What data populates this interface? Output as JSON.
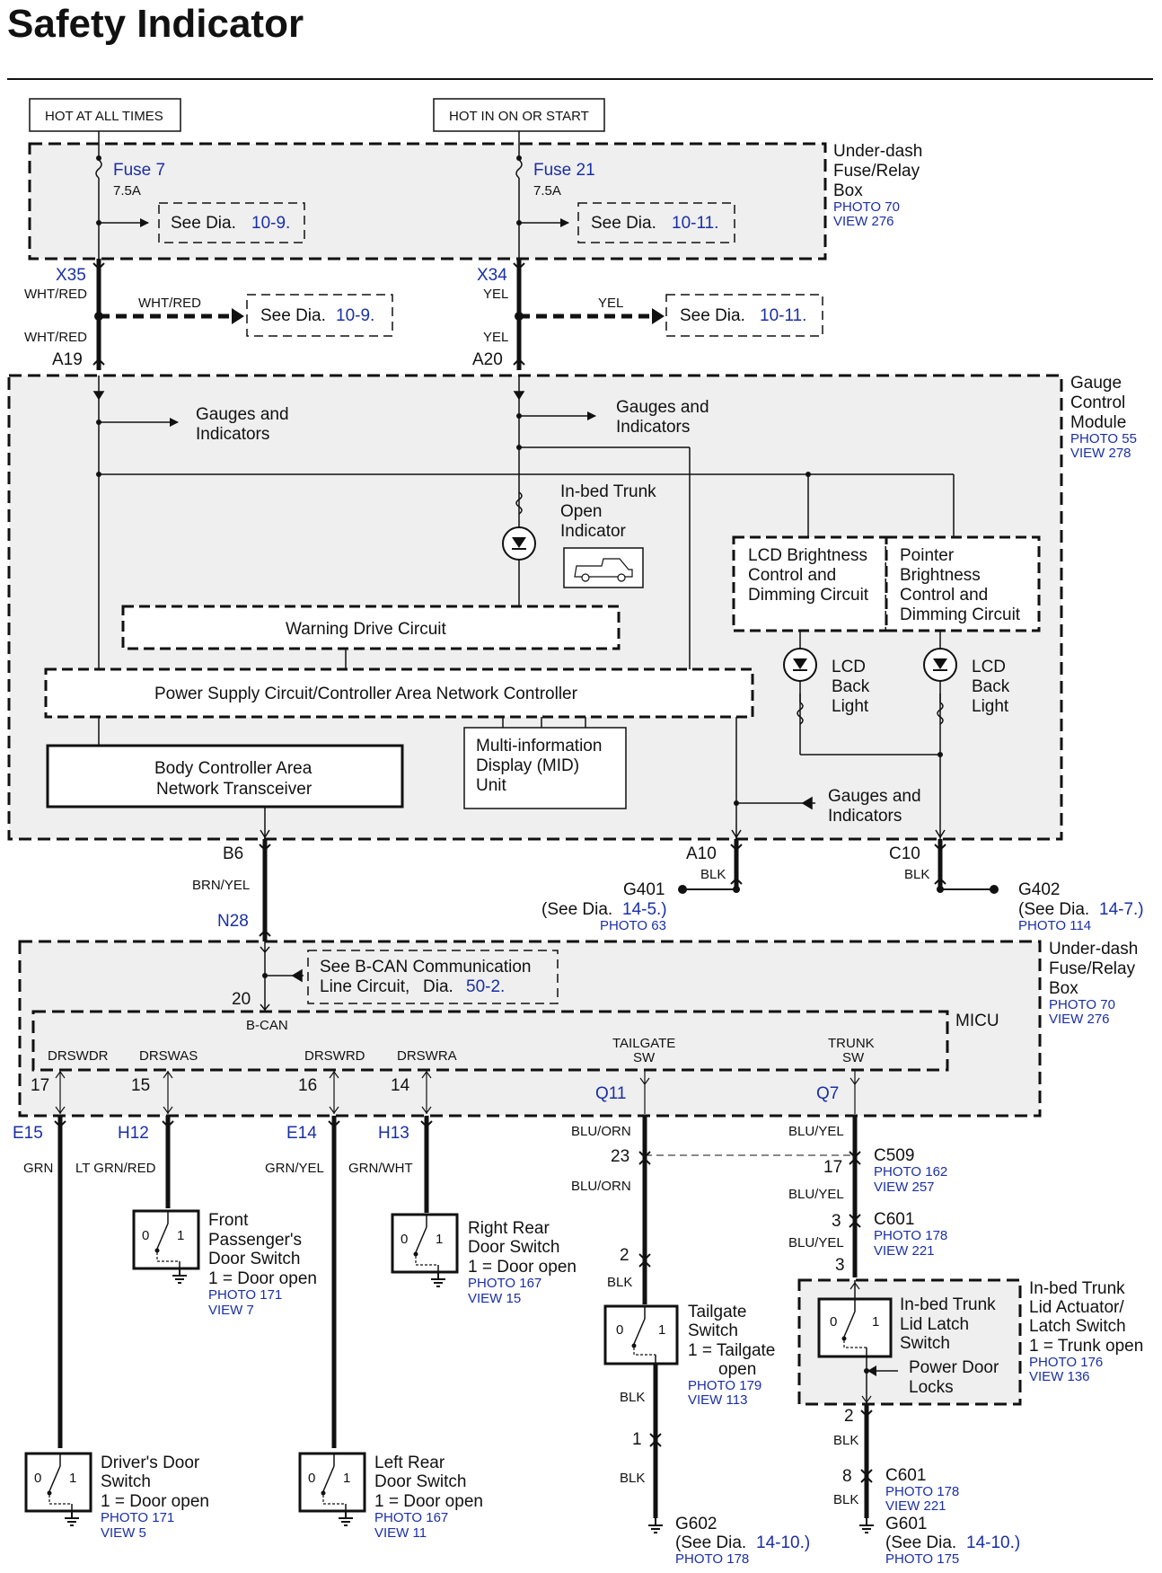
{
  "title": "Safety Indicator",
  "power": {
    "hot_all": "HOT AT ALL TIMES",
    "hot_on": "HOT IN ON OR START"
  },
  "fuse7": {
    "name": "Fuse 7",
    "amps": "7.5A"
  },
  "fuse21": {
    "name": "Fuse 21",
    "amps": "7.5A"
  },
  "see_dia": "See Dia.",
  "ref": {
    "r10_9": "10-9.",
    "r10_11": "10-11.",
    "r14_5": "14-5.)",
    "r14_7": "14-7.)",
    "r14_10": "14-10.)",
    "r50_2": "50-2."
  },
  "underdash": {
    "l1": "Under-dash",
    "l2": "Fuse/Relay",
    "l3": "Box",
    "photo": "PHOTO 70",
    "view": "VIEW 276"
  },
  "conn": {
    "x35": "X35",
    "x34": "X34",
    "a19": "A19",
    "a20": "A20",
    "b6": "B6",
    "n28": "N28",
    "a10": "A10",
    "c10": "C10",
    "e15": "E15",
    "h12": "H12",
    "e14": "E14",
    "h13": "H13",
    "q11": "Q11",
    "q7": "Q7"
  },
  "wire": {
    "whtred": "WHT/RED",
    "yel": "YEL",
    "brnyel": "BRN/YEL",
    "blk": "BLK",
    "grn": "GRN",
    "ltgrnred": "LT GRN/RED",
    "grnyel": "GRN/YEL",
    "grnwht": "GRN/WHT",
    "bluorn": "BLU/ORN",
    "bluyel": "BLU/YEL"
  },
  "gcm": {
    "l1": "Gauge",
    "l2": "Control",
    "l3": "Module",
    "photo": "PHOTO 55",
    "view": "VIEW 278"
  },
  "gi": {
    "l1": "Gauges and",
    "l2": "Indicators"
  },
  "inbed_ind": {
    "l1": "In-bed Trunk",
    "l2": "Open",
    "l3": "Indicator"
  },
  "lcd_circ": {
    "l1": "LCD Brightness",
    "l2": "Control and",
    "l3": "Dimming Circuit"
  },
  "ptr_circ": {
    "l1": "Pointer",
    "l2": "Brightness",
    "l3": "Control and",
    "l4": "Dimming Circuit"
  },
  "lcd_back": {
    "l1": "LCD",
    "l2": "Back",
    "l3": "Light"
  },
  "warning": "Warning Drive Circuit",
  "psc": "Power Supply Circuit/Controller Area Network Controller",
  "mid": {
    "l1": "Multi-information",
    "l2": "Display (MID)",
    "l3": "Unit"
  },
  "bcan_tx": {
    "l1": "Body Controller Area",
    "l2": "Network Transceiver"
  },
  "g401": {
    "name": "G401",
    "see": "(See Dia.",
    "photo": "PHOTO 63"
  },
  "g402": {
    "name": "G402",
    "see": "(See Dia.",
    "photo": "PHOTO 114"
  },
  "bcan_ref": {
    "l1": "See B-CAN Communication",
    "l2": "Line Circuit,",
    "dia": "Dia."
  },
  "micu": {
    "name": "MICU",
    "bcan": "B-CAN",
    "pin20": "20",
    "drswdr": "DRSWDR",
    "drswas": "DRSWAS",
    "drswrd": "DRSWRD",
    "drswra": "DRSWRA",
    "tailgate1": "TAILGATE",
    "sw": "SW",
    "trunk1": "TRUNK",
    "p17": "17",
    "p15": "15",
    "p16": "16",
    "p14": "14"
  },
  "pins": {
    "p23": "23",
    "p17": "17",
    "p3": "3",
    "p2": "2",
    "p1": "1",
    "p8": "8",
    "p0": "0"
  },
  "c509": {
    "name": "C509",
    "photo": "PHOTO 162",
    "view": "VIEW 257"
  },
  "c601": {
    "name": "C601",
    "photo": "PHOTO 178",
    "view": "VIEW 221"
  },
  "fp_sw": {
    "l1": "Front",
    "l2": "Passenger's",
    "l3": "Door Switch",
    "l4": "1 = Door open",
    "photo": "PHOTO 171",
    "view": "VIEW 7"
  },
  "rr_sw": {
    "l1": "Right Rear",
    "l2": "Door Switch",
    "l3": "1 = Door open",
    "photo": "PHOTO 167",
    "view": "VIEW 15"
  },
  "tg_sw": {
    "l1": "Tailgate",
    "l2": "Switch",
    "l3": "1 = Tailgate",
    "l4": "open",
    "photo": "PHOTO 179",
    "view": "VIEW 113"
  },
  "it_sw": {
    "l1": "In-bed Trunk",
    "l2": "Lid Latch",
    "l3": "Switch"
  },
  "pdl": {
    "l1": "Power Door",
    "l2": "Locks"
  },
  "it_act": {
    "l1": "In-bed Trunk",
    "l2": "Lid Actuator/",
    "l3": "Latch Switch",
    "l4": "1 = Trunk open",
    "photo": "PHOTO 176",
    "view": "VIEW 136"
  },
  "dr_sw": {
    "l1": "Driver's Door",
    "l2": "Switch",
    "l3": "1 = Door open",
    "photo": "PHOTO 171",
    "view": "VIEW 5"
  },
  "lr_sw": {
    "l1": "Left Rear",
    "l2": "Door Switch",
    "l3": "1 = Door open",
    "photo": "PHOTO 167",
    "view": "VIEW 11"
  },
  "g602": {
    "name": "G602",
    "see": "(See Dia.",
    "photo": "PHOTO 178"
  },
  "g601": {
    "name": "G601",
    "see": "(See Dia.",
    "photo": "PHOTO 175"
  }
}
